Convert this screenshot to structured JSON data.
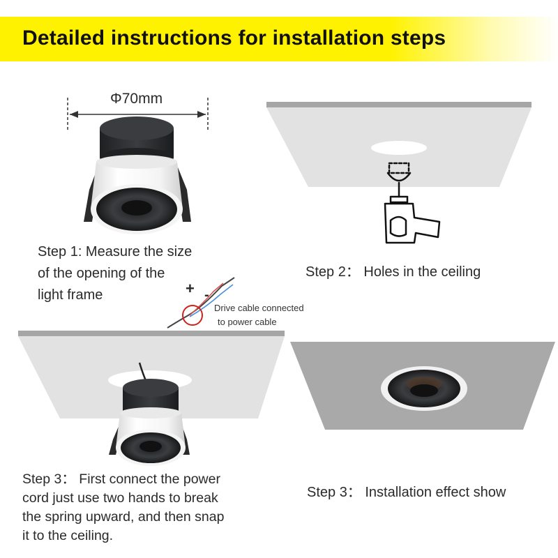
{
  "header": {
    "title": "Detailed instructions for installation steps",
    "accent_color": "#fff200"
  },
  "step1": {
    "dimension_label": "Φ70mm",
    "caption_lines": [
      "Step 1: Measure the size",
      "of the opening of the",
      "light frame"
    ]
  },
  "step2": {
    "caption": "Step 2： Holes in the ceiling"
  },
  "wiring": {
    "plus_label": "+",
    "minus_label": "-",
    "note_lines": [
      "Drive cable connected",
      "to power cable"
    ]
  },
  "step3a": {
    "caption_lines": [
      "Step 3： First connect the power",
      "cord just use two hands to break",
      "the spring upward, and then snap",
      "it to the ceiling."
    ]
  },
  "step3b": {
    "caption": "Step 3： Installation effect show"
  },
  "colors": {
    "ceiling_face": "#e2e2e2",
    "ceiling_edge": "#a6a6a6",
    "ceiling_dark": "#a9a9a9",
    "fixture_black": "#2f3133"
  }
}
